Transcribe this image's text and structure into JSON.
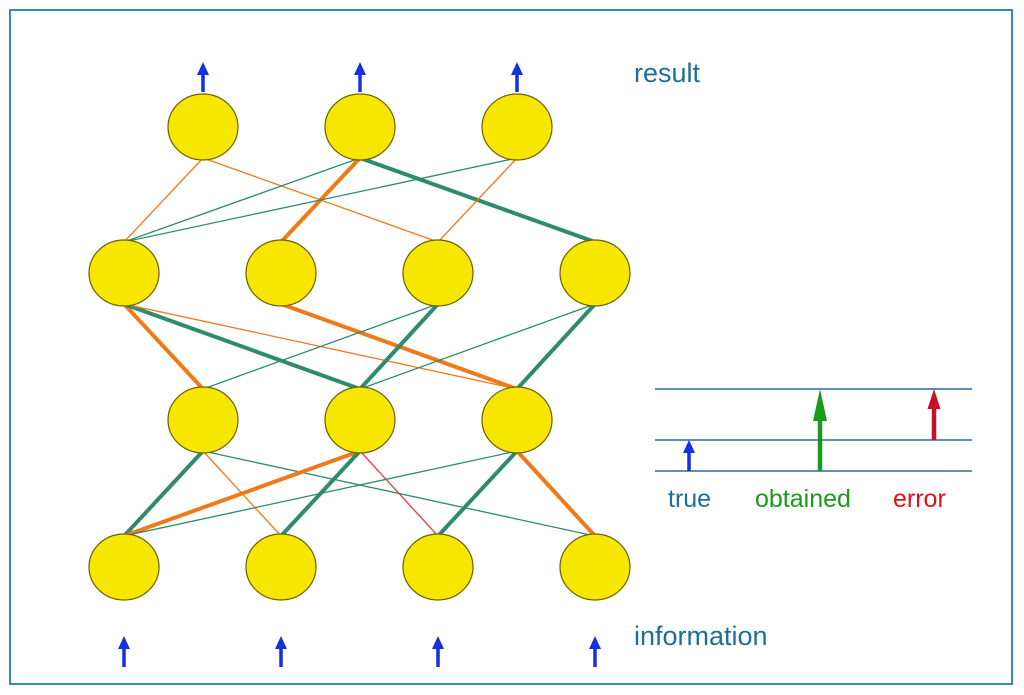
{
  "labels": {
    "result": "result",
    "information": "information",
    "true": "true",
    "obtained": "obtained",
    "error": "error"
  },
  "colors": {
    "frame": "#2f8fb0",
    "node_fill": "#f7e600",
    "node_stroke": "#6b6000",
    "green": "#2e8b6e",
    "orange": "#f07a1a",
    "red": "#e0404a",
    "arrow_blue": "#1530e0",
    "label_blue": "#1d6e9c",
    "label_green": "#1a9a1a",
    "label_red": "#e0101a",
    "scale_line": "#2a6aa0",
    "obtained_arrow": "#1a9a1a",
    "error_arrow": "#c81028"
  },
  "network": {
    "layers": [
      {
        "name": "input",
        "size": 4
      },
      {
        "name": "hidden-2",
        "size": 3
      },
      {
        "name": "hidden-1",
        "size": 4
      },
      {
        "name": "output",
        "size": 3
      }
    ],
    "connections": [
      {
        "from": [
          3,
          0
        ],
        "to": [
          2,
          0
        ],
        "color": "orange",
        "weight": "thin"
      },
      {
        "from": [
          3,
          0
        ],
        "to": [
          2,
          2
        ],
        "color": "orange",
        "weight": "thin"
      },
      {
        "from": [
          3,
          1
        ],
        "to": [
          2,
          1
        ],
        "color": "orange",
        "weight": "thick"
      },
      {
        "from": [
          3,
          1
        ],
        "to": [
          2,
          3
        ],
        "color": "green",
        "weight": "thick"
      },
      {
        "from": [
          3,
          1
        ],
        "to": [
          2,
          0
        ],
        "color": "green",
        "weight": "thin"
      },
      {
        "from": [
          3,
          2
        ],
        "to": [
          2,
          0
        ],
        "color": "green",
        "weight": "thin"
      },
      {
        "from": [
          3,
          2
        ],
        "to": [
          2,
          2
        ],
        "color": "orange",
        "weight": "thin"
      },
      {
        "from": [
          2,
          0
        ],
        "to": [
          1,
          0
        ],
        "color": "orange",
        "weight": "thick"
      },
      {
        "from": [
          2,
          0
        ],
        "to": [
          1,
          1
        ],
        "color": "green",
        "weight": "thick"
      },
      {
        "from": [
          2,
          0
        ],
        "to": [
          1,
          2
        ],
        "color": "orange",
        "weight": "thin"
      },
      {
        "from": [
          2,
          1
        ],
        "to": [
          1,
          2
        ],
        "color": "orange",
        "weight": "thick"
      },
      {
        "from": [
          2,
          2
        ],
        "to": [
          1,
          0
        ],
        "color": "green",
        "weight": "thin"
      },
      {
        "from": [
          2,
          2
        ],
        "to": [
          1,
          1
        ],
        "color": "green",
        "weight": "thick"
      },
      {
        "from": [
          2,
          3
        ],
        "to": [
          1,
          1
        ],
        "color": "green",
        "weight": "thin"
      },
      {
        "from": [
          2,
          3
        ],
        "to": [
          1,
          2
        ],
        "color": "green",
        "weight": "thick"
      },
      {
        "from": [
          1,
          0
        ],
        "to": [
          0,
          0
        ],
        "color": "green",
        "weight": "thick"
      },
      {
        "from": [
          1,
          0
        ],
        "to": [
          0,
          1
        ],
        "color": "orange",
        "weight": "thin"
      },
      {
        "from": [
          1,
          0
        ],
        "to": [
          0,
          3
        ],
        "color": "green",
        "weight": "thin"
      },
      {
        "from": [
          1,
          1
        ],
        "to": [
          0,
          0
        ],
        "color": "orange",
        "weight": "thick"
      },
      {
        "from": [
          1,
          1
        ],
        "to": [
          0,
          1
        ],
        "color": "green",
        "weight": "thick"
      },
      {
        "from": [
          1,
          1
        ],
        "to": [
          0,
          2
        ],
        "color": "red",
        "weight": "thin"
      },
      {
        "from": [
          1,
          2
        ],
        "to": [
          0,
          0
        ],
        "color": "green",
        "weight": "thin"
      },
      {
        "from": [
          1,
          2
        ],
        "to": [
          0,
          2
        ],
        "color": "green",
        "weight": "thick"
      },
      {
        "from": [
          1,
          2
        ],
        "to": [
          0,
          3
        ],
        "color": "orange",
        "weight": "thick"
      }
    ]
  },
  "error_scale": {
    "true_level": 1,
    "obtained_level": 3,
    "error_from": 2,
    "error_to": 3
  }
}
